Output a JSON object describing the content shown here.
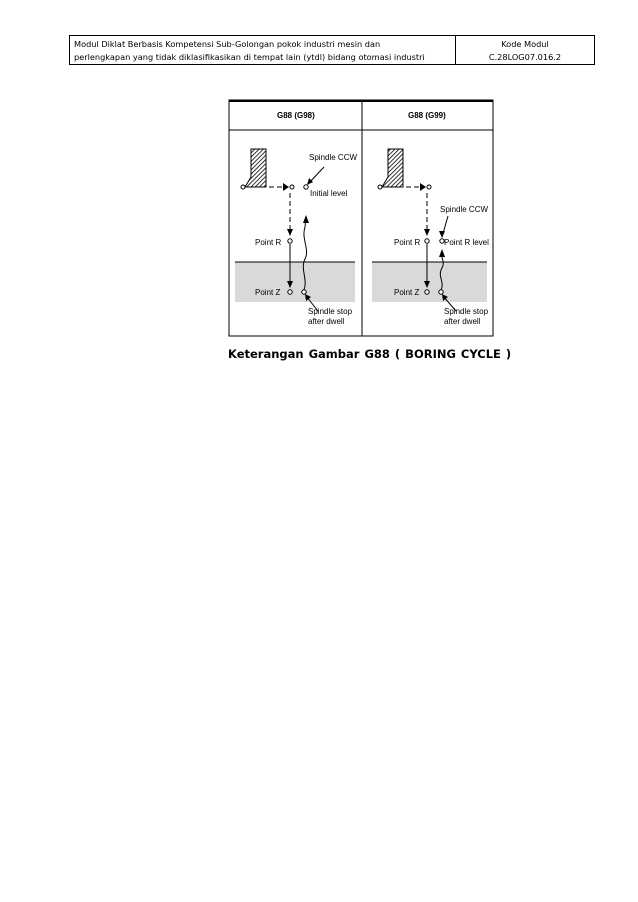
{
  "header": {
    "module_line1": "Modul Diklat Berbasis Kompetensi Sub-Golongan pokok industri mesin dan",
    "module_line2": "perlengkapan yang tidak diklasifikasikan di tempat lain (ytdl) bidang otomasi industri",
    "code_label": "Kode Modul",
    "code_value": "C.28LOG07.016.2"
  },
  "figure": {
    "left_title": "G88 (G98)",
    "right_title": "G88 (G99)",
    "left": {
      "spindle_ccw": "Spindle CCW",
      "initial_level": "Initial level",
      "point_r": "Point R",
      "point_z": "Point Z",
      "spindle_stop": "Spindle stop",
      "after_dwell": "after dwell"
    },
    "right": {
      "spindle_ccw": "Spindle CCW",
      "point_r": "Point R",
      "point_r_level": "Point R level",
      "point_z": "Point Z",
      "spindle_stop": "Spindle stop",
      "after_dwell": "after dwell"
    }
  },
  "caption": {
    "prefix": "Keterangan Gambar",
    "text": "G88 ( BORING CYCLE )"
  }
}
